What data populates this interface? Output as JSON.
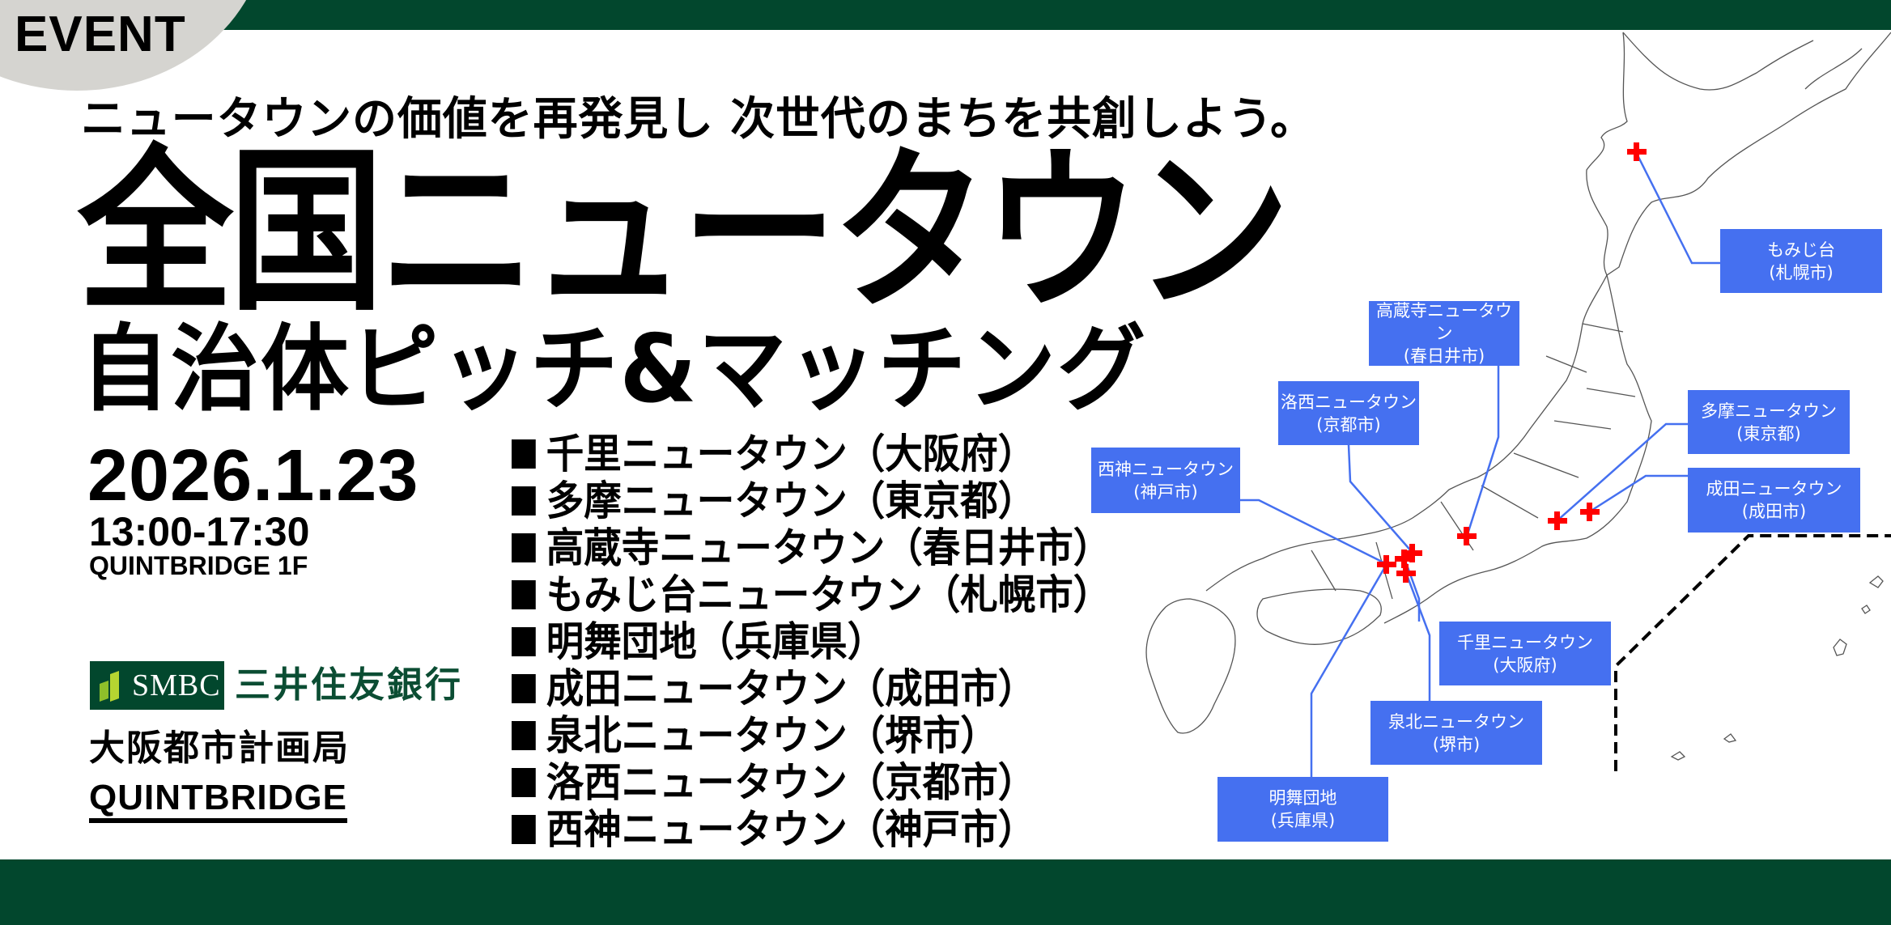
{
  "badge": {
    "label": "EVENT"
  },
  "headline": {
    "catchphrase": "ニュータウンの価値を再発見し 次世代のまちを共創しよう。",
    "title_line1": "全国ニュータウン",
    "title_line2": "自治体ピッチ&マッチング"
  },
  "event_info": {
    "date": "2026.1.23",
    "time": "13:00-17:30",
    "venue": "QUINTBRIDGE 1F"
  },
  "organizers": {
    "smbc_logo": "SMBC",
    "smbc_name": "三井住友銀行",
    "osaka": "大阪都市計画局",
    "quintbridge": "QUINTBRIDGE"
  },
  "newtowns": [
    "千里ニュータウン（大阪府）",
    "多摩ニュータウン（東京都）",
    "高蔵寺ニュータウン（春日井市）",
    "もみじ台ニュータウン（札幌市）",
    "明舞団地（兵庫県）",
    "成田ニュータウン（成田市）",
    "泉北ニュータウン（堺市）",
    "洛西ニュータウン（京都市）",
    "西神ニュータウン（神戸市）"
  ],
  "map": {
    "labels": [
      {
        "id": "momijidai",
        "name": "もみじ台",
        "area": "(札幌市)"
      },
      {
        "id": "kozoji",
        "name": "高蔵寺ニュータウン",
        "area": "(春日井市)"
      },
      {
        "id": "rakusai",
        "name": "洛西ニュータウン",
        "area": "(京都市)"
      },
      {
        "id": "seishin",
        "name": "西神ニュータウン",
        "area": "(神戸市)"
      },
      {
        "id": "tama",
        "name": "多摩ニュータウン",
        "area": "(東京都)"
      },
      {
        "id": "narita",
        "name": "成田ニュータウン",
        "area": "(成田市)"
      },
      {
        "id": "senri",
        "name": "千里ニュータウン",
        "area": "(大阪府)"
      },
      {
        "id": "senboku",
        "name": "泉北ニュータウン",
        "area": "(堺市)"
      },
      {
        "id": "meimai",
        "name": "明舞団地",
        "area": "(兵庫県)"
      }
    ]
  },
  "colors": {
    "brand_green": "#02472d",
    "label_blue": "#4570f0",
    "marker_red": "#ff0000",
    "badge_gray": "#d5d4d0"
  }
}
